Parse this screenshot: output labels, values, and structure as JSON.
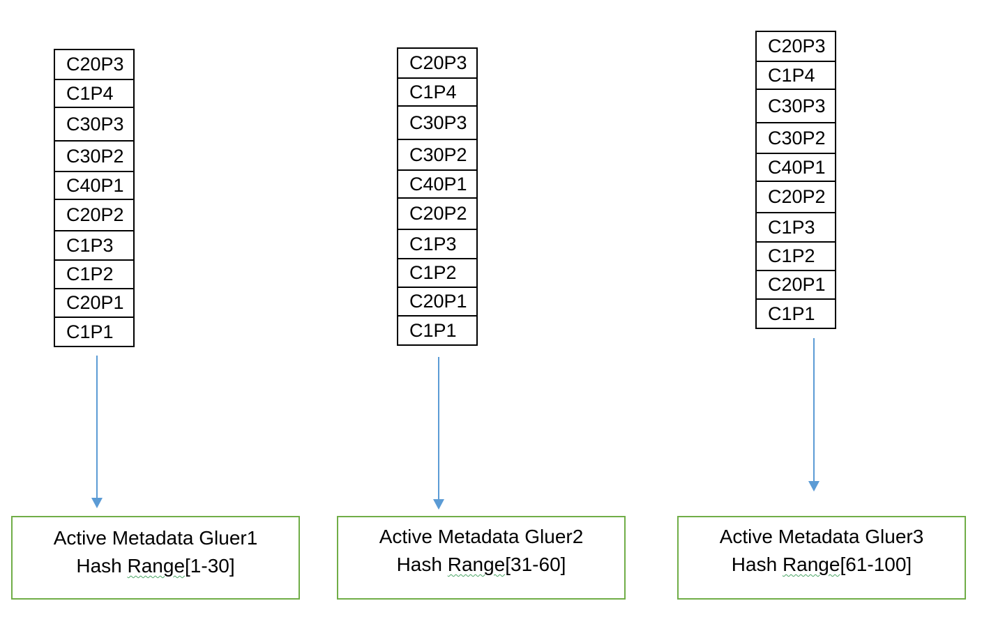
{
  "colors": {
    "cell_border": "#000000",
    "arrow": "#5b9bd5",
    "node_border": "#70ad47",
    "spell_underline": "#4aa564"
  },
  "stacks": [
    {
      "items": [
        "C20P3",
        "C1P4",
        "C30P3",
        "C30P2",
        "C40P1",
        "C20P2",
        "C1P3",
        "C1P2",
        "C20P1",
        "C1P1"
      ]
    },
    {
      "items": [
        "C20P3",
        "C1P4",
        "C30P3",
        "C30P2",
        "C40P1",
        "C20P2",
        "C1P3",
        "C1P2",
        "C20P1",
        "C1P1"
      ]
    },
    {
      "items": [
        "C20P3",
        "C1P4",
        "C30P3",
        "C30P2",
        "C40P1",
        "C20P2",
        "C1P3",
        "C1P2",
        "C20P1",
        "C1P1"
      ]
    }
  ],
  "gluers": [
    {
      "line1": "Active Metadata Gluer1",
      "hash_prefix": "Hash ",
      "hash_word": "Range",
      "hash_range": "[1-30]"
    },
    {
      "line1": "Active Metadata Gluer2",
      "hash_prefix": "Hash ",
      "hash_word": "Range",
      "hash_range": "[31-60]"
    },
    {
      "line1": "Active Metadata Gluer3",
      "hash_prefix": "Hash ",
      "hash_word": "Range",
      "hash_range": "[61-100]"
    }
  ]
}
